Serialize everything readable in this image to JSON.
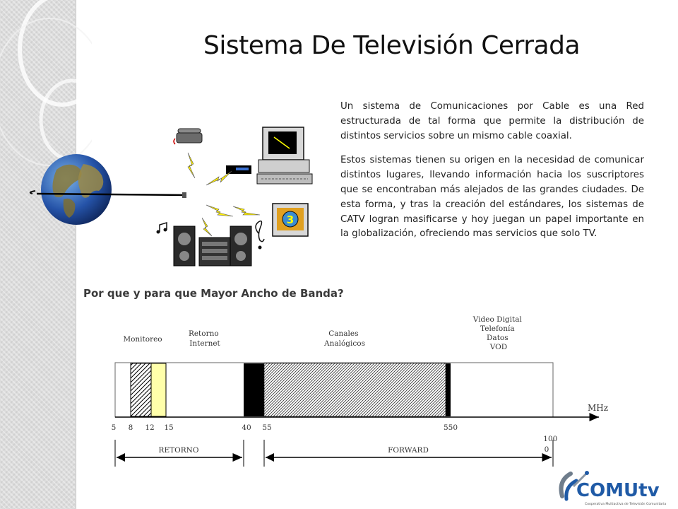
{
  "title": "Sistema De Televisión Cerrada",
  "intro": {
    "paragraph1": "Un sistema de Comunicaciones por Cable es una Red estructurada de tal forma que permite la distribución de distintos servicios sobre un mismo cable coaxial.",
    "paragraph2": "Estos sistemas tienen su origen en la necesidad de comunicar distintos lugares, llevando información hacia los suscriptores que se encontraban más alejados de las grandes ciudades. De esta forma, y tras la creación del estándares, los sistemas de CATV logran masificarse y hoy juegan un papel importante en la globalización, ofreciendo mas servicios que solo TV."
  },
  "question": "Por que y para que Mayor Ancho de Banda?",
  "illustration": {
    "tv_channel": "3"
  },
  "spectrum": {
    "labels": {
      "monitoreo": "Monitoreo",
      "retorno_internet": [
        "Retorno",
        "Internet"
      ],
      "canales_analogicos": [
        "Canales",
        "Analógicos"
      ],
      "services": [
        "Video Digital",
        "Telefonía",
        "Datos",
        "VOD"
      ]
    },
    "unit": "MHz",
    "ticks": [
      {
        "label": "5",
        "mhz": 5
      },
      {
        "label": "8",
        "mhz": 8
      },
      {
        "label": "12",
        "mhz": 12
      },
      {
        "label": "15",
        "mhz": 15
      },
      {
        "label": "40",
        "mhz": 40
      },
      {
        "label": "55",
        "mhz": 55
      },
      {
        "label": "550",
        "mhz": 550
      }
    ],
    "end_tick": [
      "100",
      "0"
    ],
    "retorno": "RETORNO",
    "forward": "FORWARD"
  },
  "logo": {
    "brand": "COMUtv",
    "tagline": "Cooperativa Multiactiva de Televisión Comunitaria"
  },
  "colors": {
    "monitoreo_band": "#ffffaa",
    "dark_band": "#000000"
  }
}
